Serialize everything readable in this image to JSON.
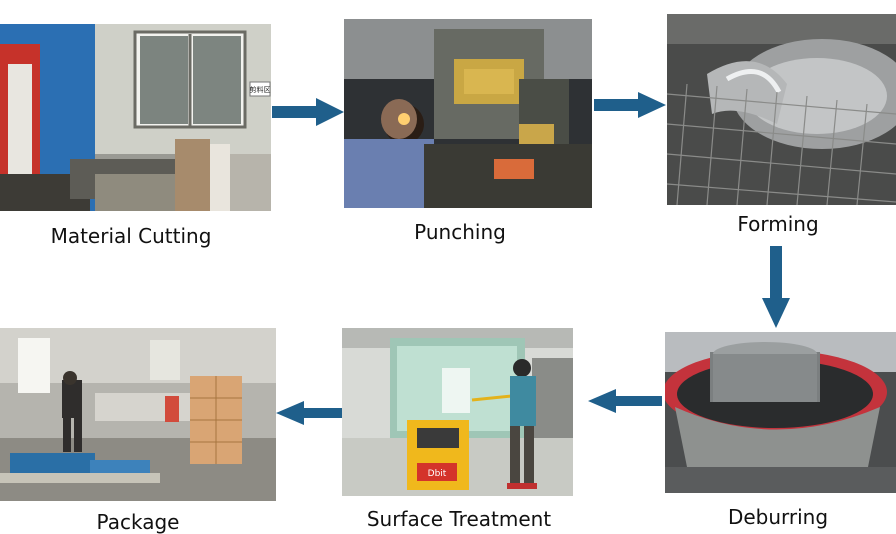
{
  "steps": [
    {
      "label": "Material Cutting"
    },
    {
      "label": "Punching"
    },
    {
      "label": "Forming"
    },
    {
      "label": "Deburring"
    },
    {
      "label": "Surface Treatment"
    },
    {
      "label": "Package"
    }
  ],
  "photo_text": {
    "material_cutting_sign": "剪料区",
    "surface_treatment_sign": "Dbit"
  },
  "colors": {
    "arrow": "#1f5f8b",
    "label": "#111111"
  }
}
